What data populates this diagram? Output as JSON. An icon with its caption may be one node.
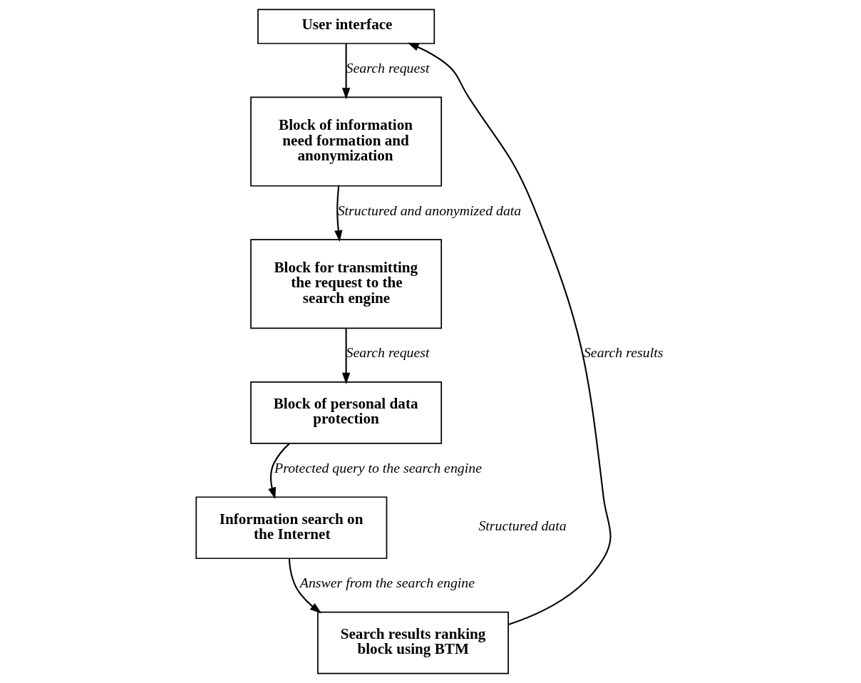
{
  "diagram": {
    "nodes": [
      {
        "text": [
          "User interface"
        ]
      },
      {
        "text": [
          "Block of information need formation and anonymization"
        ]
      },
      {
        "text": [
          "Block for transmitting the request to the search engine"
        ]
      },
      {
        "text": [
          "Block of personal data protection"
        ]
      },
      {
        "text": [
          "Information search on the Internet"
        ]
      },
      {
        "text": [
          "Search results ranking block using BTM"
        ]
      }
    ],
    "edges": [
      {
        "from": 0,
        "to": 1,
        "arrow": "to",
        "label": "Search request"
      },
      {
        "from": 1,
        "to": 2,
        "arrow": "to",
        "label": "Structured and anonymized data"
      },
      {
        "from": 2,
        "to": 3,
        "arrow": "to",
        "label": "Search request"
      },
      {
        "from": 3,
        "to": 4,
        "arrow": "to",
        "label": "Protected query to the search engine"
      },
      {
        "from": 4,
        "to": 5,
        "arrow": "to",
        "label": "Answer from the search engine"
      },
      {
        "from": 5,
        "to": 0,
        "arrow": "to",
        "label": "Search results"
      }
    ],
    "labels": [
      "Structured data"
    ]
  }
}
